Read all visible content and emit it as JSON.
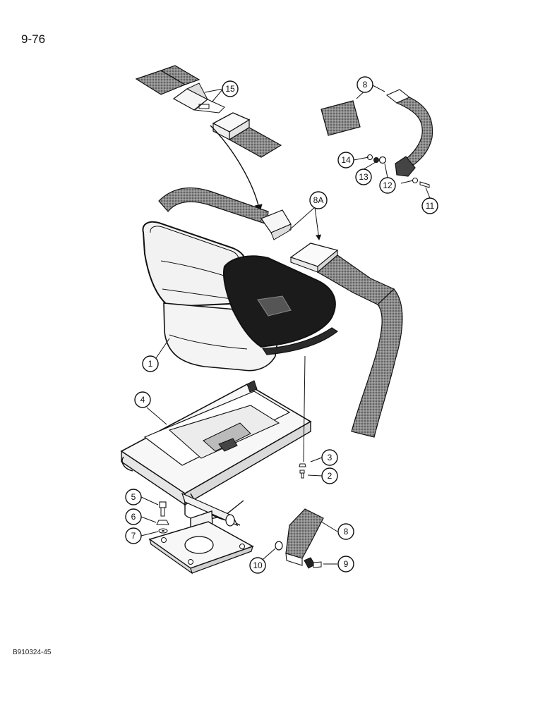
{
  "page": {
    "page_number": "9-76",
    "figure_code": "B910324-45"
  },
  "callouts": {
    "c1": "1",
    "c2": "2",
    "c3": "3",
    "c4": "4",
    "c5": "5",
    "c6": "6",
    "c7": "7",
    "c8_top": "8",
    "c8_bottom": "8",
    "c8a": "8A",
    "c9": "9",
    "c10": "10",
    "c11": "11",
    "c12": "12",
    "c13": "13",
    "c14": "14",
    "c15": "15"
  }
}
